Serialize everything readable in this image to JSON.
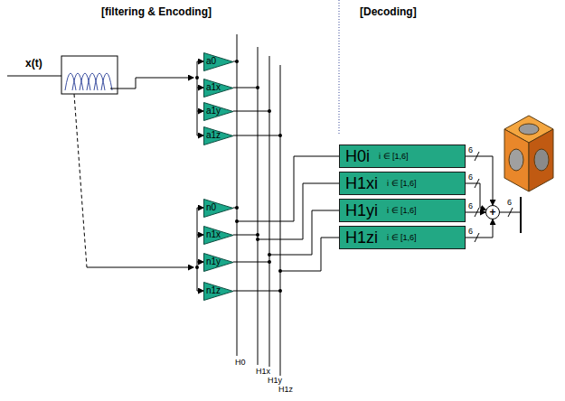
{
  "diagram": {
    "nodes": [
      {
        "text": [
          "a0"
        ]
      },
      {
        "text": [
          "a1x"
        ]
      },
      {
        "text": [
          "a1y"
        ]
      },
      {
        "text": [
          "a1z"
        ]
      },
      {
        "text": [
          "n0"
        ]
      },
      {
        "text": [
          "n1x"
        ]
      },
      {
        "text": [
          "n1y"
        ]
      },
      {
        "text": [
          "n1z"
        ]
      },
      {
        "text": [
          "H0i",
          "i ∈ [1,6]"
        ]
      },
      {
        "text": [
          "H1xi",
          "i ∈ [1,6]"
        ]
      },
      {
        "text": [
          "H1yi",
          "i ∈ [1,6]"
        ]
      },
      {
        "text": [
          "H1zi",
          "i ∈ [1,6]"
        ]
      },
      {
        "text": [
          "+"
        ]
      }
    ],
    "edges": [
      {
        "from": 8,
        "to": 12,
        "arrow": "to",
        "label": "6"
      },
      {
        "from": 9,
        "to": 12,
        "arrow": "to",
        "label": "6"
      },
      {
        "from": 10,
        "to": 12,
        "arrow": "to",
        "label": "6"
      },
      {
        "from": 11,
        "to": 12,
        "arrow": "to",
        "label": "6"
      }
    ],
    "labels": [
      "[filtering & Encoding]",
      "[Decoding]",
      "x(t)",
      "6",
      "H0",
      "H1x",
      "H1y",
      "H1z"
    ]
  }
}
